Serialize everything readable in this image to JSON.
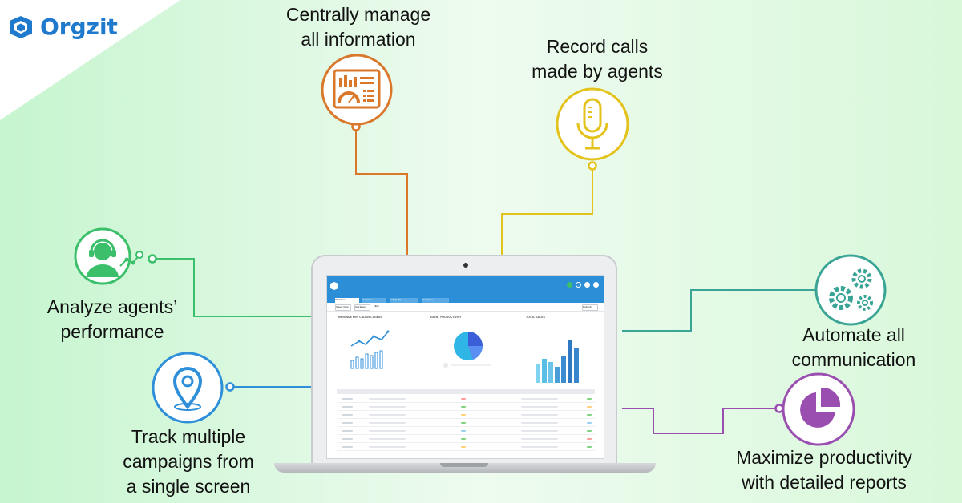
{
  "brand": {
    "name": "Orgzit"
  },
  "features": [
    {
      "line1": "Centrally manage",
      "line2": "all information",
      "icon": "dashboard-icon",
      "color": "#d9772a"
    },
    {
      "line1": "Record calls",
      "line2": "made by agents",
      "icon": "microphone-icon",
      "color": "#e3c21b"
    },
    {
      "line1": "Analyze agents’",
      "line2": "performance",
      "icon": "headset-agent-icon",
      "color": "#3bbf6a"
    },
    {
      "line1": "Automate all",
      "line2": "communication",
      "icon": "gears-icon",
      "color": "#3aa596"
    },
    {
      "line1": "Track multiple",
      "line2": "campaigns from",
      "line3": "a single screen",
      "icon": "location-pin-icon",
      "color": "#2f8fd8"
    },
    {
      "line1": "Maximize productivity",
      "line2": "with detailed reports",
      "icon": "pie-chart-icon",
      "color": "#9a4fb0"
    }
  ],
  "app": {
    "tabs": [
      "Workflow",
      "Contacts",
      "Calling Bill",
      "Integration"
    ],
    "toolbar": {
      "btn1": "Select View",
      "btn2": "Add Event",
      "btn3": "Filter",
      "btn4": "Refresh"
    },
    "panels": [
      "REVENUE PER CALLING AGENT",
      "AGENT PRODUCTIVITY",
      "TOTAL SALES"
    ]
  },
  "colors": {
    "app_header": "#2d8ed8",
    "background": "#d8f8da"
  }
}
